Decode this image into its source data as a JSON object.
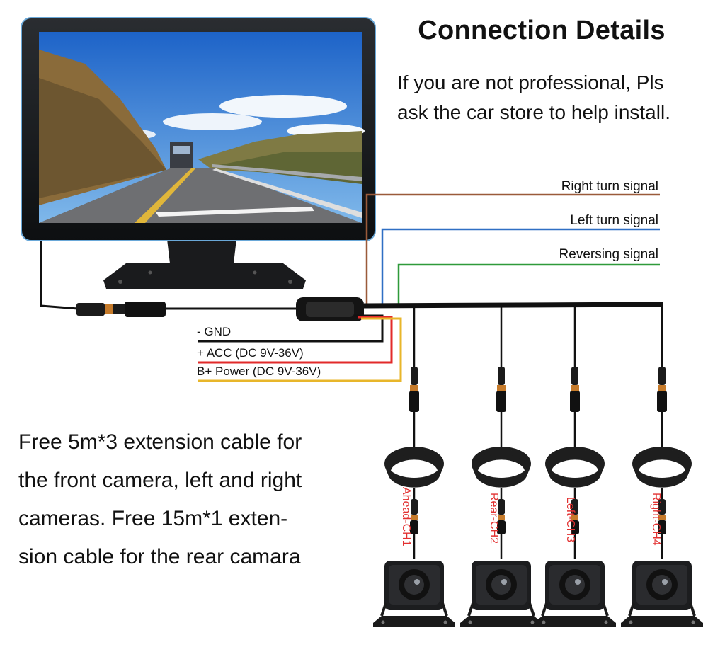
{
  "title": "Connection Details",
  "note": [
    "If you are not professional, Pls",
    "ask the car store to help install."
  ],
  "signals": [
    {
      "label": "Right turn signal",
      "color": "#9a5a3a"
    },
    {
      "label": "Left turn signal",
      "color": "#2f6fc4"
    },
    {
      "label": "Reversing signal",
      "color": "#2f9a3a"
    }
  ],
  "power": [
    {
      "label": "-  GND",
      "color": "#111111"
    },
    {
      "label": "+ ACC (DC 9V-36V)",
      "color": "#e22a2a"
    },
    {
      "label": "B+ Power (DC 9V-36V)",
      "color": "#e8b62a"
    }
  ],
  "promo": [
    "Free 5m*3 extension cable for",
    "the front camera,  left and right",
    "cameras. Free 15m*1 exten-",
    "sion cable for the rear camara"
  ],
  "channels": [
    "Ahead-CH1",
    "Rear-CH2",
    "Left-CH3",
    "Right-CH4"
  ]
}
